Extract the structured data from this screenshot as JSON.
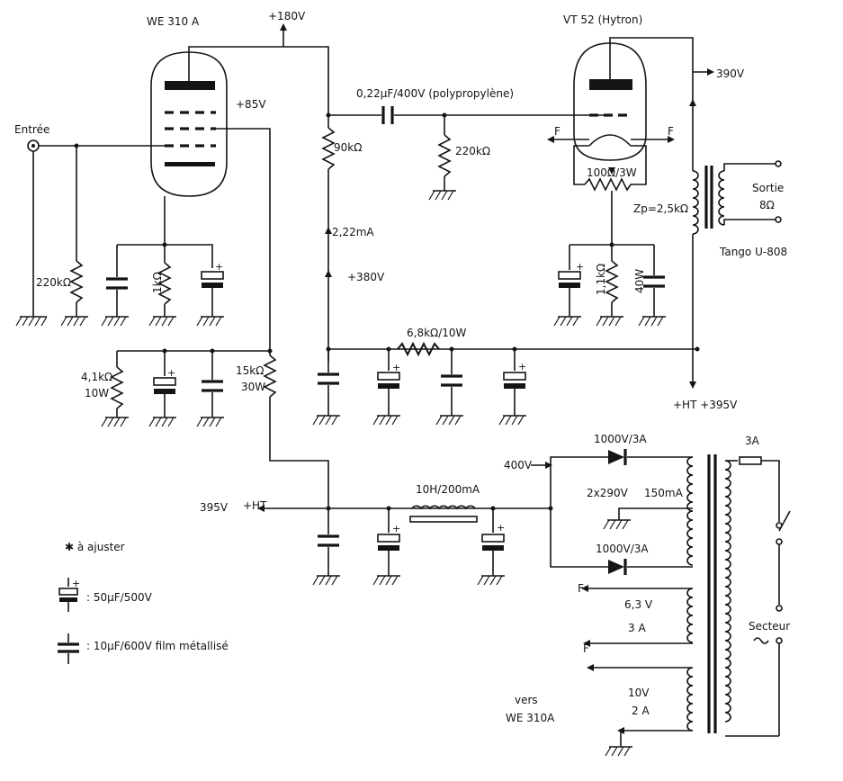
{
  "labels": {
    "tube1_name": "WE 310 A",
    "v180": "+180V",
    "v85": "+85V",
    "entree": "Entrée",
    "r220k_left": "220kΩ",
    "r1k": "1kΩ",
    "r41k": "4,1kΩ",
    "w10": "10W",
    "r15k": "15kΩ",
    "w30": "30W",
    "cap_coupling": "0,22µF/400V (polypropylène)",
    "r90k": "90kΩ",
    "ma222": "2,22mA",
    "v380": "+380V",
    "r220k_grid": "220kΩ",
    "r68k": "6,8kΩ/10W",
    "tube2_name": "VT 52 (Hytron)",
    "v390": "390V",
    "f_left": "F",
    "f_right": "F",
    "r100": "100Ω/3W",
    "zp": "Zp=2,5kΩ",
    "sortie": "Sortie",
    "eight_ohm": "8Ω",
    "tango": "Tango U-808",
    "r11k": "1,1kΩ",
    "w40": "40W",
    "ht395": "+HT +395V",
    "d1": "1000V/3A",
    "v400": "400V",
    "a3": "3A",
    "v2x290": "2x290V",
    "ma150": "150mA",
    "d2": "1000V/3A",
    "v395_left": "395V",
    "ht_left": "+HT",
    "choke": "10H/200mA",
    "adjust": "✱ à ajuster",
    "legend_elec": ": 50µF/500V",
    "legend_film": ": 10µF/600V film métallisé",
    "f1": "F",
    "v63": "6,3 V",
    "a3b": "3 A",
    "f2": "F",
    "secteur": "Secteur",
    "vers": "vers",
    "we310a_bottom": "WE 310A",
    "v10": "10V",
    "a2": "2 A"
  }
}
